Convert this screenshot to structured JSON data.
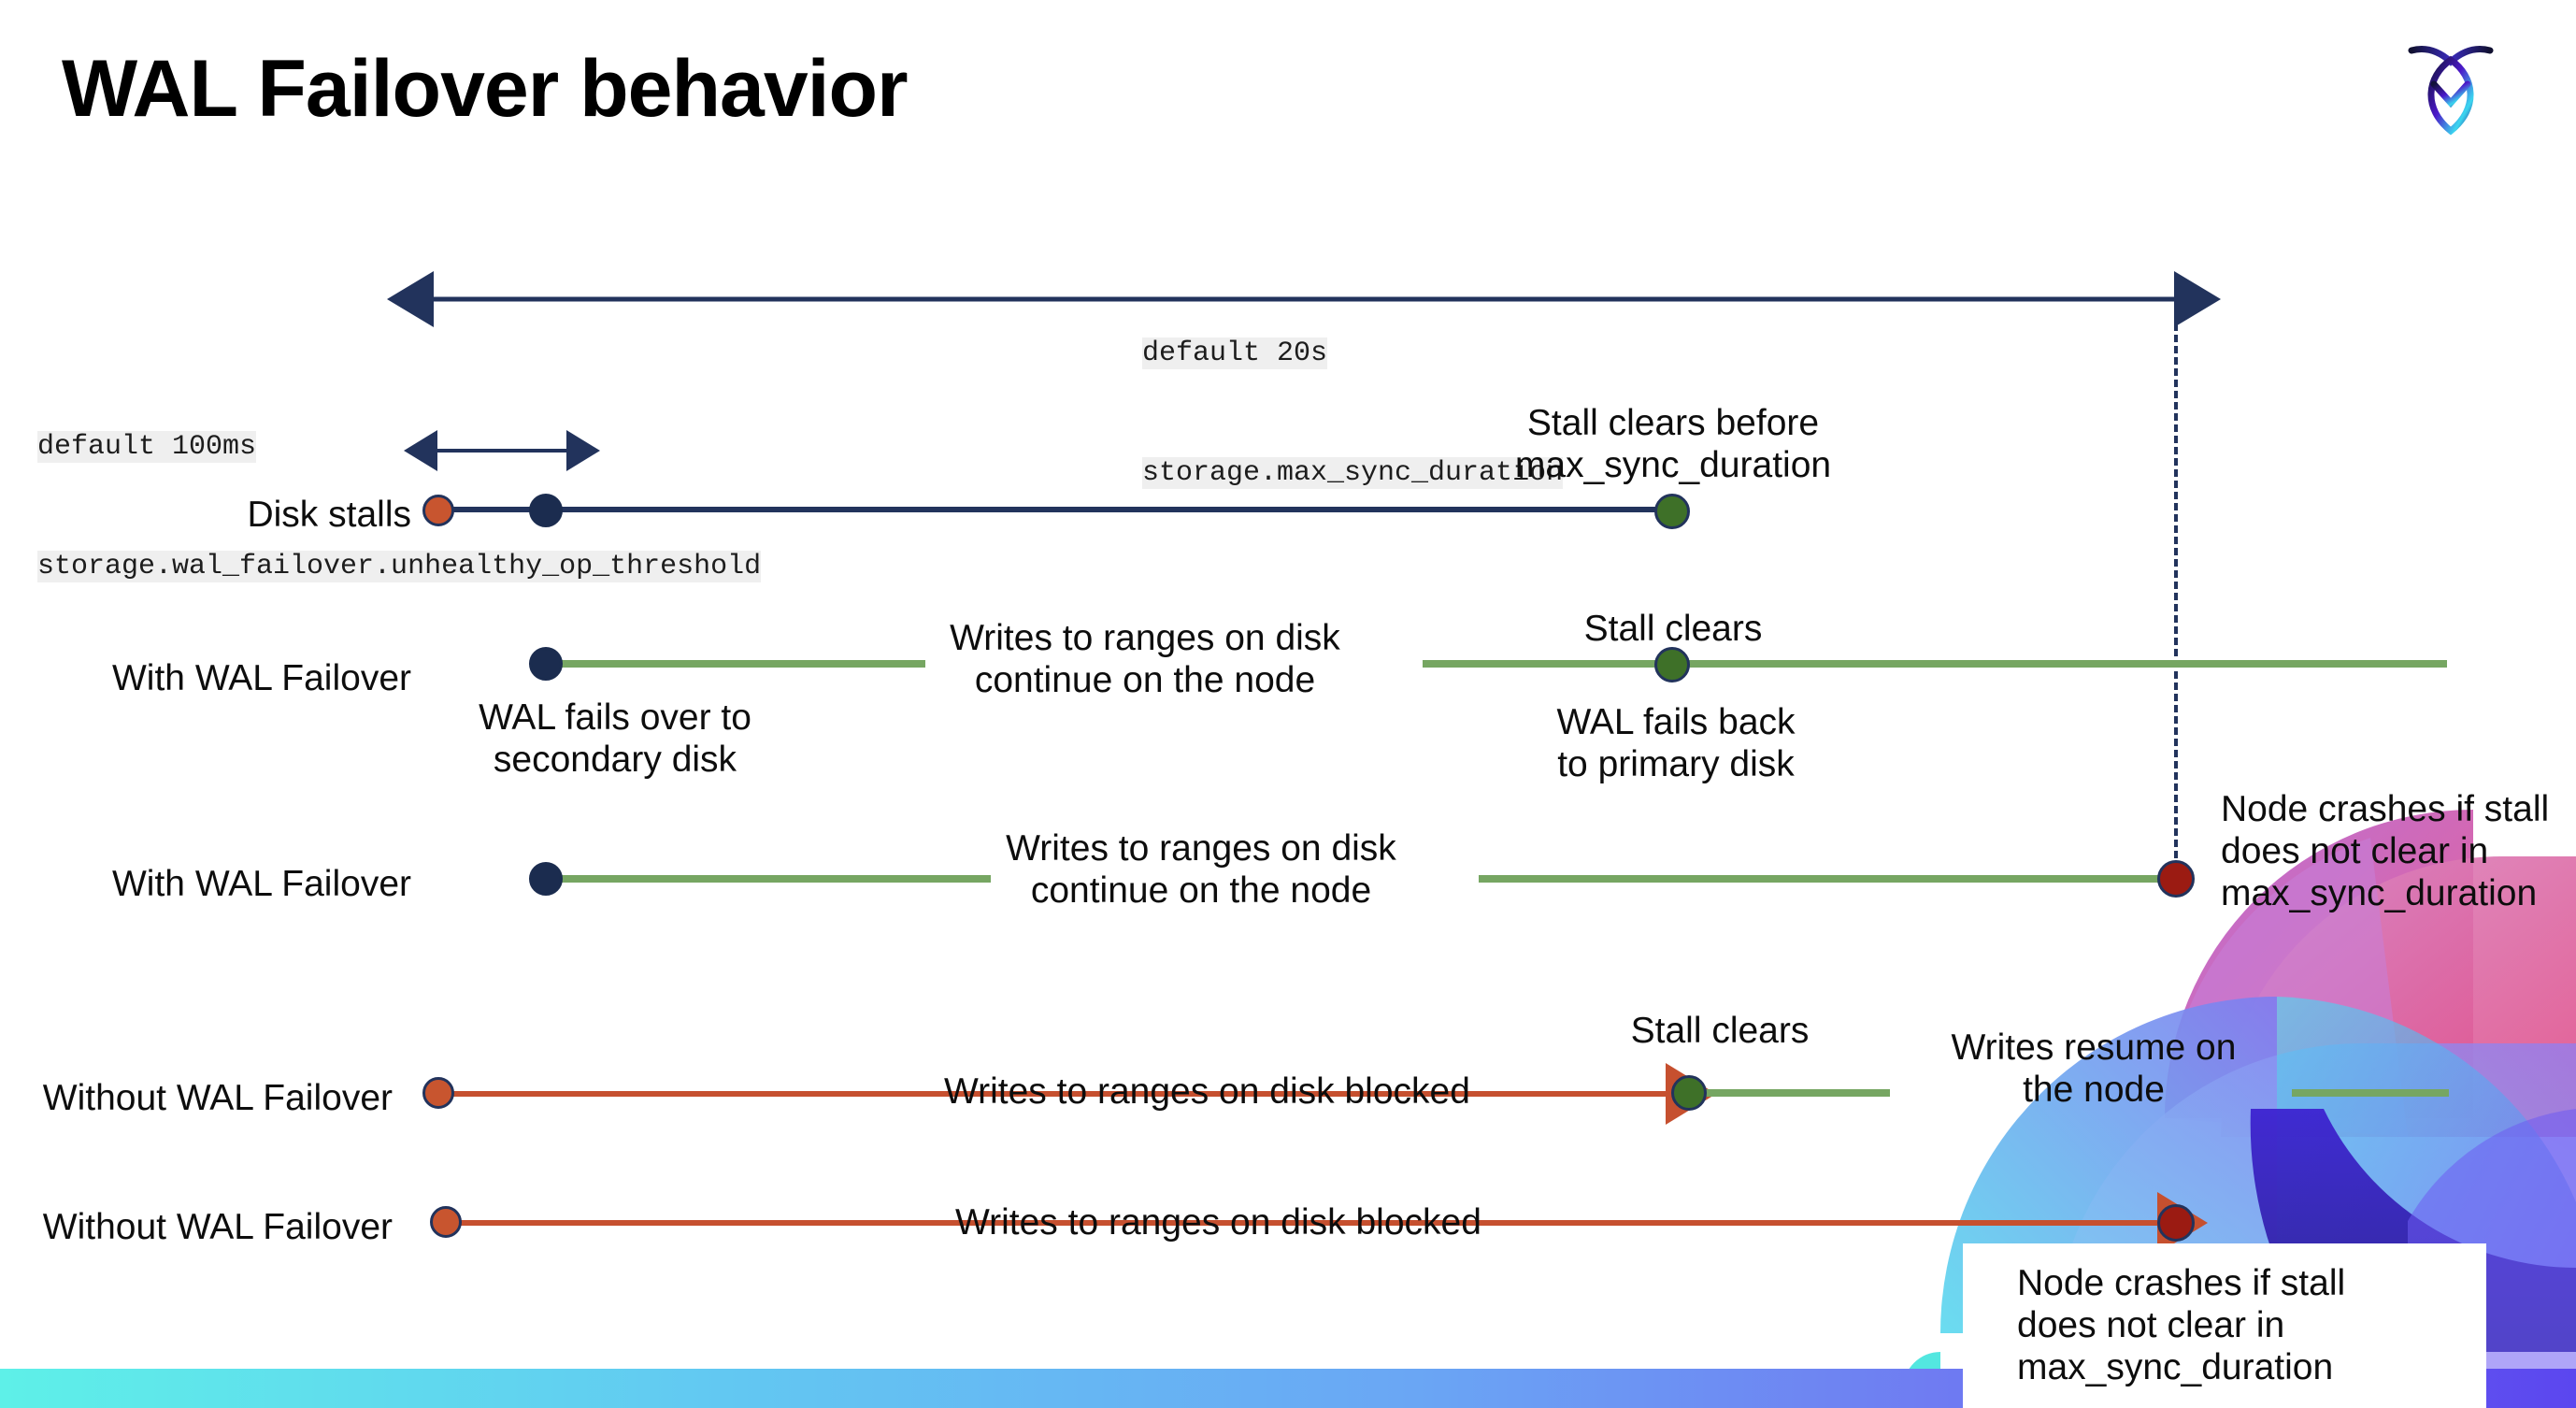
{
  "slide": {
    "title": "WAL Failover behavior",
    "logo_name": "cockroachdb-logo"
  },
  "annotations": {
    "max_sync": {
      "line1": "default 20s",
      "line2": "storage.max_sync_duration"
    },
    "unhealthy_threshold": {
      "line1": "default 100ms",
      "line2": "storage.wal_failover.unhealthy_op_threshold"
    }
  },
  "rows": [
    {
      "label": "Disk stalls",
      "notes": [
        "Stall clears before\nmax_sync_duration"
      ]
    },
    {
      "label": "With WAL Failover",
      "notes": [
        "Writes to ranges on disk\ncontinue on the node",
        "Stall clears",
        "WAL fails over to\nsecondary disk",
        "WAL fails  back\nto primary disk"
      ]
    },
    {
      "label": "With WAL Failover",
      "notes": [
        "Writes to ranges on disk\ncontinue on the node",
        "Node crashes if stall\ndoes not clear in\nmax_sync_duration"
      ]
    },
    {
      "label": "Without WAL Failover",
      "notes": [
        "Writes to ranges on disk  blocked",
        "Stall clears",
        "Writes resume on\nthe node"
      ]
    },
    {
      "label": "Without WAL Failover",
      "notes": [
        "Writes to ranges on disk  blocked",
        "Node crashes if stall\ndoes not clear in\nmax_sync_duration"
      ]
    }
  ],
  "colors": {
    "navy": "#22335c",
    "green": "#76a662",
    "orange": "#c6502f",
    "dot_orange": "#c8552f",
    "dot_navy": "#1b2c4f",
    "dot_green": "#3e7028",
    "dot_darkred": "#9b1b12",
    "code_bg": "#efefef",
    "bottom_bar_start": "#5ef0e8",
    "bottom_bar_end": "#5b46ef"
  }
}
